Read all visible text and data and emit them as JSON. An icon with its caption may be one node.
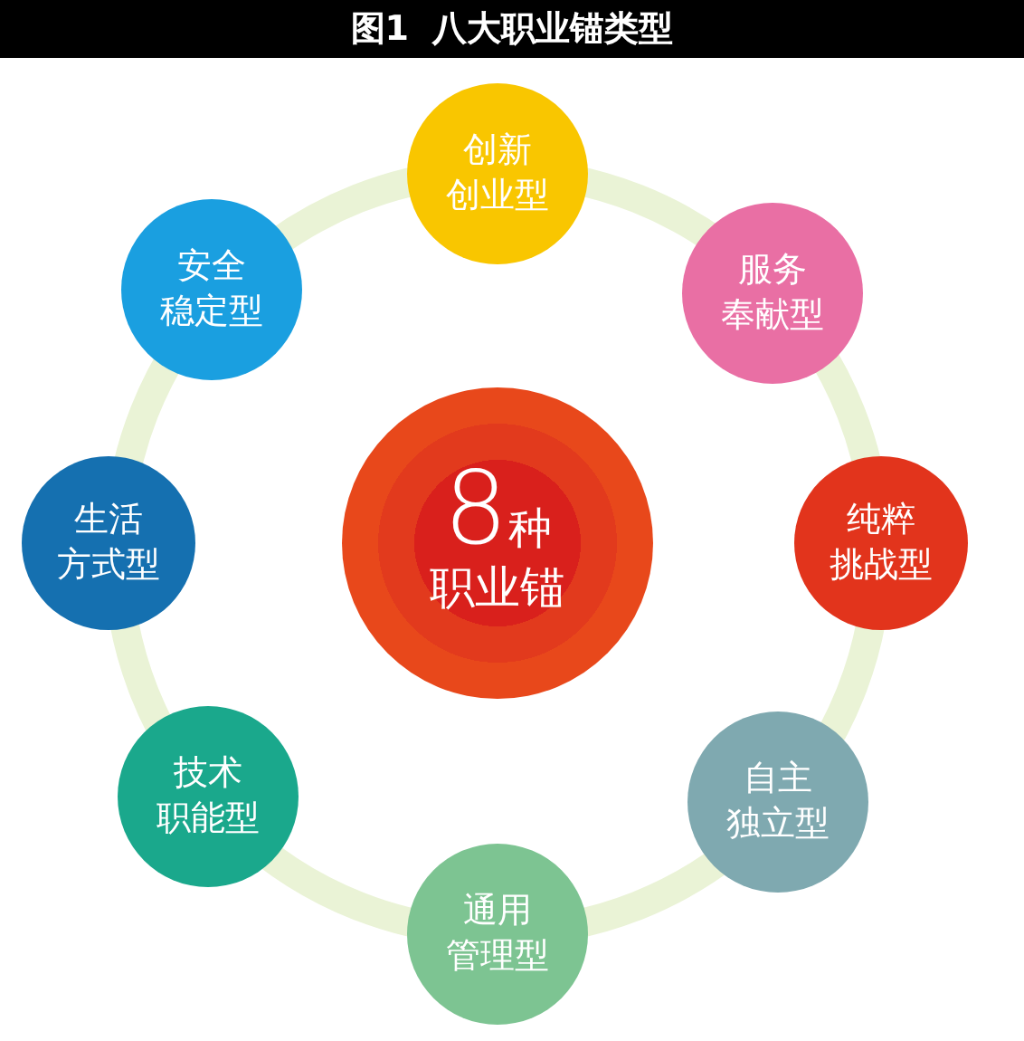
{
  "diagram": {
    "title": "图1  八大职业锚类型",
    "nodes": [
      {
        "text": [
          "8",
          "种",
          "职业锚"
        ]
      },
      {
        "text": [
          "创新创业型"
        ]
      },
      {
        "text": [
          "服务奉献型"
        ]
      },
      {
        "text": [
          "纯粹挑战型"
        ]
      },
      {
        "text": [
          "自主独立型"
        ]
      },
      {
        "text": [
          "通用管理型"
        ]
      },
      {
        "text": [
          "技术职能型"
        ]
      },
      {
        "text": [
          "生活方式型"
        ]
      },
      {
        "text": [
          "安全稳定型"
        ]
      }
    ]
  }
}
